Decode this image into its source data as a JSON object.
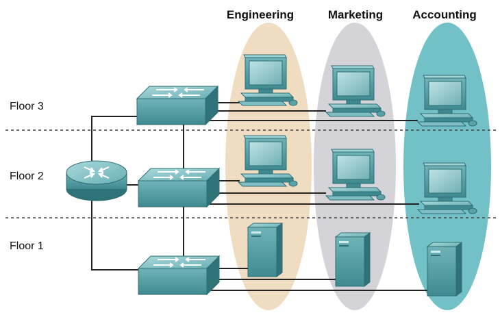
{
  "departments": [
    {
      "label": "Engineering",
      "color": "#f0dcc0"
    },
    {
      "label": "Marketing",
      "color": "#d4d4d8"
    },
    {
      "label": "Accounting",
      "color": "#72c1c6"
    }
  ],
  "floors": [
    {
      "label": "Floor 3"
    },
    {
      "label": "Floor 2"
    },
    {
      "label": "Floor 1"
    }
  ],
  "devices": {
    "router": "router-icon",
    "switch": "switch-icon",
    "workstation": "desktop-computer-icon",
    "server": "server-icon"
  },
  "colors": {
    "device_teal": "#4f9aa0",
    "device_teal_dark": "#2f6e74",
    "device_teal_light": "#8cc8cc",
    "cable": "#222222",
    "floor_divider": "#444444"
  }
}
